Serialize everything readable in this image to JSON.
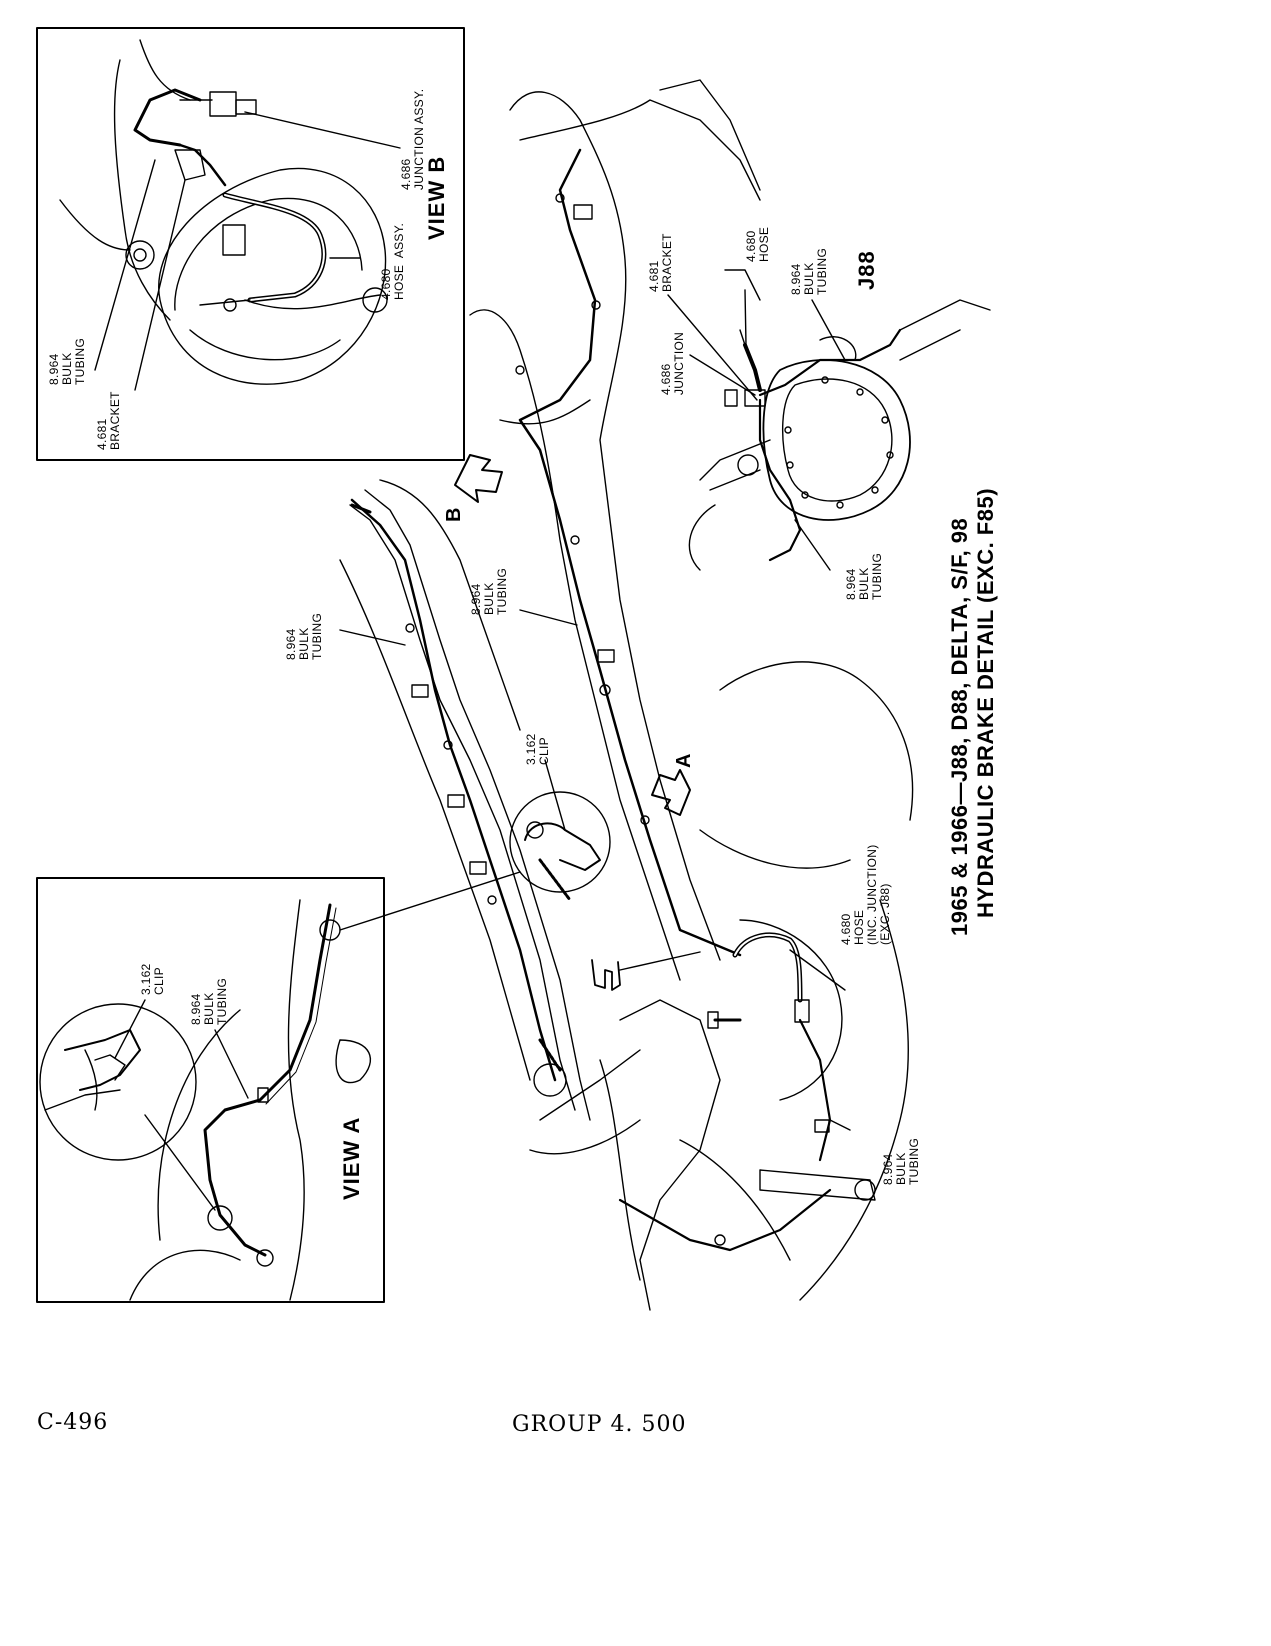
{
  "title": {
    "line1": "1965 & 1966—J88, D88, DELTA, S/F, 98",
    "line2": "HYDRAULIC BRAKE DETAIL (EXC. F85)"
  },
  "footer": {
    "page_code": "C-496",
    "group": "GROUP 4. 500"
  },
  "view_b": {
    "name": "VIEW B",
    "bulk_tubing": "8.964\nBULK\nTUBING",
    "bracket": "4.681\nBRACKET",
    "hose_assy": "4.680\nHOSE  ASSY.",
    "junction_assy": "4.686\nJUNCTION ASSY."
  },
  "view_a": {
    "name": "VIEW A",
    "clip": "3.162\nCLIP",
    "bulk_tubing": "8.964\nBULK\nTUBING"
  },
  "main": {
    "bulk_tubing_left": "8.964\nBULK\nTUBING",
    "bulk_tubing_center": "8.964\nBULK\nTUBING",
    "clip": "3.162\nCLIP",
    "hose_front": "4.680\nHOSE\n(INC. JUNCTION)\n(EXC. J88)",
    "bulk_tubing_front": "8.964\nBULK\nTUBING",
    "j88_junction": "4.686\nJUNCTION",
    "j88_bracket": "4.681\nBRACKET",
    "j88_hose": "4.680\nHOSE",
    "j88_bulk_tubing": "8.964\nBULK\nTUBING",
    "j88_axle_tubing": "8.964\nBULK\nTUBING",
    "j88_tag": "J88",
    "arrow_a": "A",
    "arrow_b": "B"
  }
}
